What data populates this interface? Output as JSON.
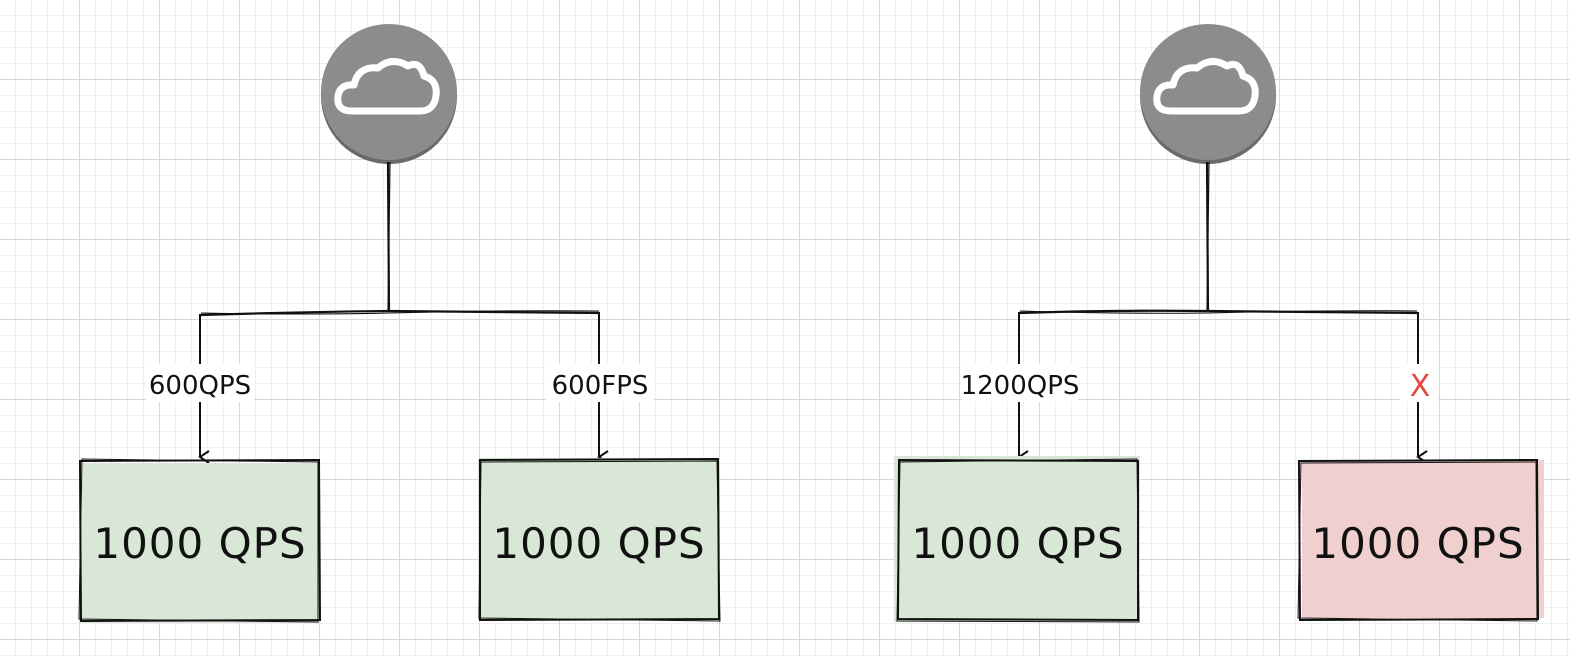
{
  "colors": {
    "cloud_fill": "#8c8c8c",
    "cloud_shadow": "#6a6a6a",
    "ok_fill": "#d9e7d6",
    "fail_fill": "#f0d0cf",
    "fail_text": "#e5483f",
    "stroke": "#111111"
  },
  "scenarios": [
    {
      "cloud": {
        "icon": "cloud-icon"
      },
      "branches": [
        {
          "edge_label": "600QPS",
          "box_label": "1000 QPS",
          "status": "ok"
        },
        {
          "edge_label": "600FPS",
          "box_label": "1000 QPS",
          "status": "ok"
        }
      ]
    },
    {
      "cloud": {
        "icon": "cloud-icon"
      },
      "branches": [
        {
          "edge_label": "1200QPS",
          "box_label": "1000 QPS",
          "status": "ok"
        },
        {
          "edge_label": "X",
          "box_label": "1000 QPS",
          "status": "fail"
        }
      ]
    }
  ]
}
